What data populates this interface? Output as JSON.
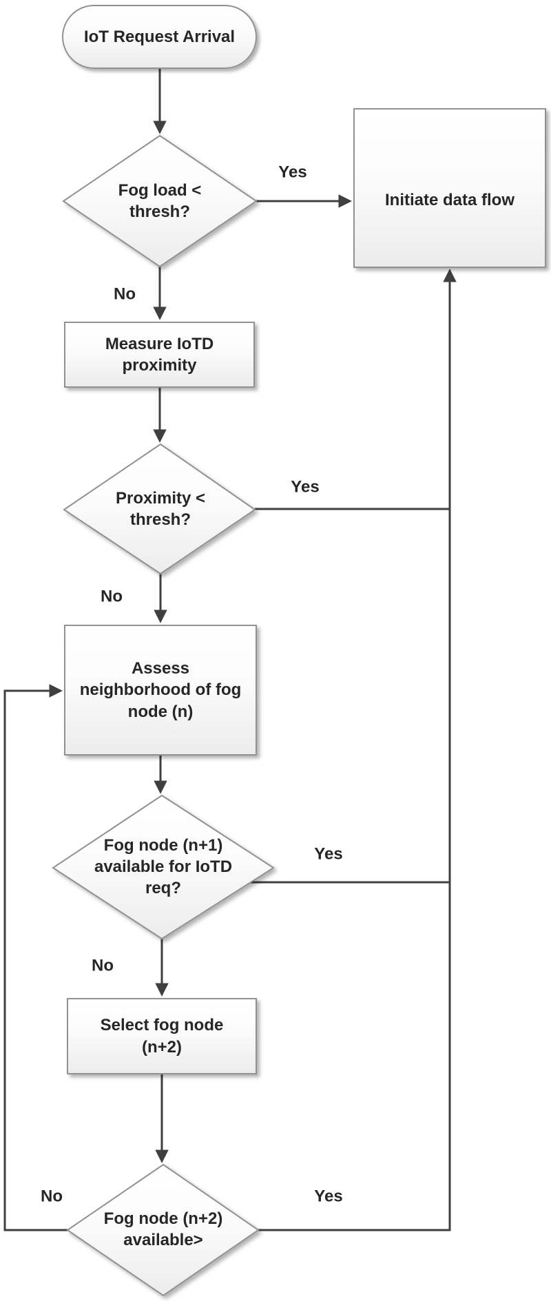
{
  "colors": {
    "connector": "#3f3f3f",
    "shape_border": "#919191",
    "shape_fill_top": "#ffffff",
    "shape_fill_bottom": "#ececec",
    "text": "#262626"
  },
  "flowchart": {
    "nodes": {
      "start": {
        "type": "terminator",
        "label": "IoT Request Arrival"
      },
      "fog_load_check": {
        "type": "decision",
        "label": "Fog load <\nthresh?"
      },
      "initiate_data_flow": {
        "type": "process",
        "label": "Initiate data flow"
      },
      "measure_proximity": {
        "type": "process",
        "label": "Measure IoTD\nproximity"
      },
      "proximity_check": {
        "type": "decision",
        "label": "Proximity <\nthresh?"
      },
      "assess_neighborhood": {
        "type": "process",
        "label": "Assess\nneighborhood of fog\nnode (n)"
      },
      "fog_node_n1_check": {
        "type": "decision",
        "label": "Fog node (n+1)\navailable for IoTD\nreq?"
      },
      "select_fog_node": {
        "type": "process",
        "label": "Select fog node\n(n+2)"
      },
      "fog_node_n2_check": {
        "type": "decision",
        "label": "Fog node (n+2)\navailable>"
      }
    },
    "edge_labels": {
      "fog_load_yes": "Yes",
      "fog_load_no": "No",
      "proximity_yes": "Yes",
      "proximity_no": "No",
      "n1_yes": "Yes",
      "n1_no": "No",
      "n2_yes": "Yes",
      "n2_no": "No"
    }
  }
}
